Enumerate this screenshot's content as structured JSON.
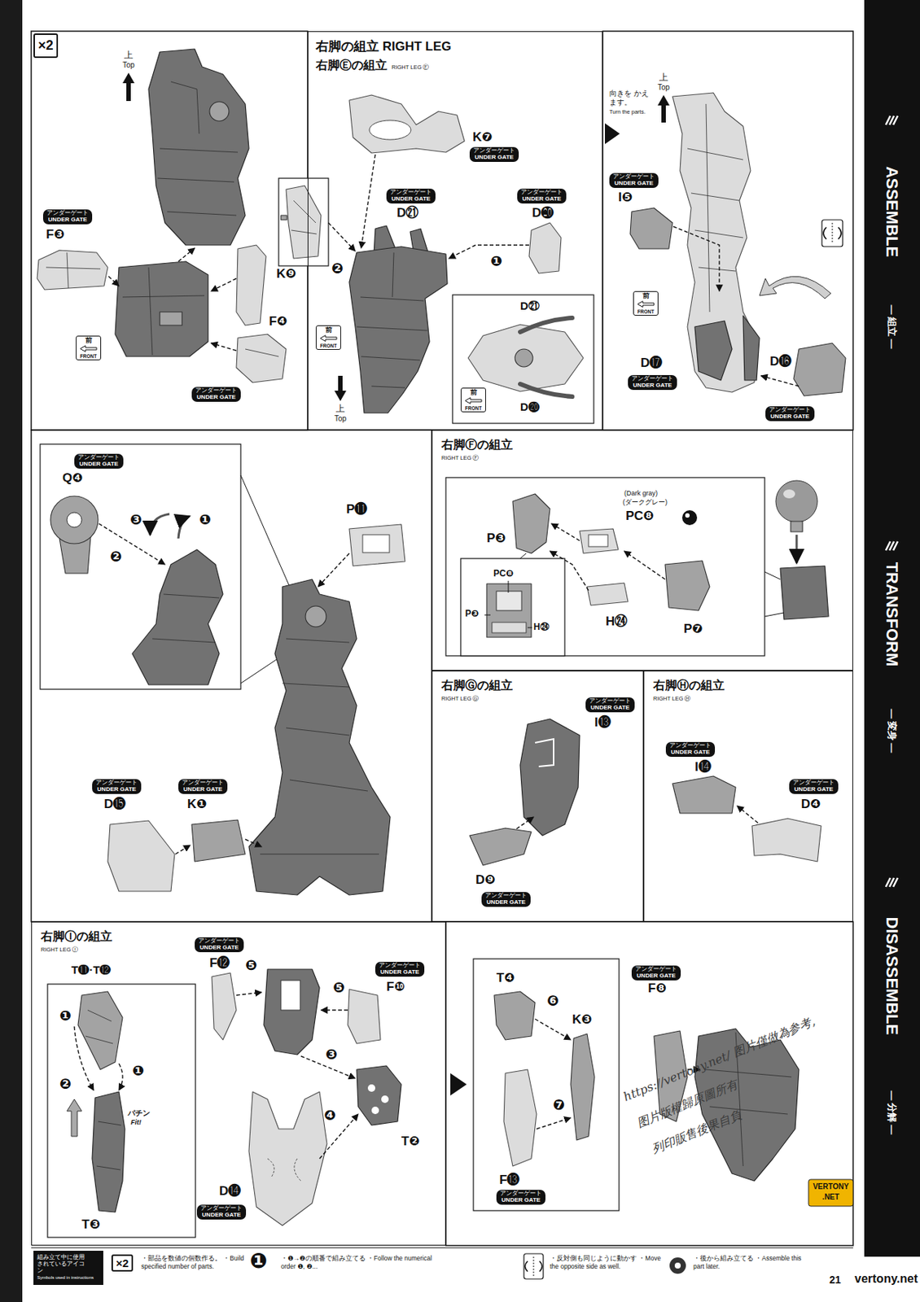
{
  "diagram": {
    "nodes": [
      {
        "text": [
          "×2"
        ]
      },
      {
        "text": [
          "右脚の組立 RIGHT LEG",
          "右脚Ⓔの組立",
          "RIGHT LEG Ⓔ"
        ]
      },
      {
        "text": [
          "右脚Ⓕの組立",
          "RIGHT LEG Ⓕ"
        ]
      },
      {
        "text": [
          "右脚Ⓖの組立",
          "RIGHT LEG Ⓖ"
        ]
      },
      {
        "text": [
          "右脚Ⓗの組立",
          "RIGHT LEG Ⓗ"
        ]
      },
      {
        "text": [
          "右脚Ⓘの組立",
          "RIGHT LEG Ⓘ"
        ]
      },
      {
        "text": [
          "組み立て中に使用 されているアイコン",
          "Symbols used in instructions"
        ]
      }
    ],
    "labels": [
      "上",
      "Top",
      "アンダーゲート",
      "UNDER GATE",
      "F❸",
      "K❾",
      "前",
      "FRONT",
      "アンダーゲート",
      "UNDER GATE",
      "F❹",
      "K❼",
      "アンダーゲート",
      "UNDER GATE",
      "アンダーゲート",
      "UNDER GATE",
      "D㉑",
      "アンダーゲート",
      "UNDER GATE",
      "D⓴",
      "❷",
      "❶",
      "前",
      "FRONT",
      "上",
      "Top",
      "D㉑",
      "D⓴",
      "前",
      "FRONT",
      "向きを かえます。",
      "Turn the parts.",
      "上",
      "Top",
      "アンダーゲート",
      "UNDER GATE",
      "I❺",
      "前",
      "FRONT",
      "D⓱",
      "アンダーゲート",
      "UNDER GATE",
      "D⓰",
      "アンダーゲート",
      "UNDER GATE",
      "アンダーゲート",
      "UNDER GATE",
      "Q❹",
      "❸",
      "❶",
      "❷",
      "P⓫",
      "アンダーゲート",
      "UNDER GATE",
      "D⓯",
      "アンダーゲート",
      "UNDER GATE",
      "K❶",
      "(Dark gray)",
      "(ダークグレー)",
      "PC❽",
      "P❸",
      "H㉔",
      "P❼",
      "PC❽",
      "P❸",
      "H㉔",
      "アンダーゲート",
      "UNDER GATE",
      "I⓭",
      "D❾",
      "アンダーゲート",
      "UNDER GATE",
      "アンダーゲート",
      "UNDER GATE",
      "I⓮",
      "アンダーゲート",
      "UNDER GATE",
      "D❹",
      "T⓫·T⓬",
      "❶",
      "❶",
      "❷",
      "パチン",
      "Fit!",
      "T❸",
      "アンダーゲート",
      "UNDER GATE",
      "F⓬",
      "❺",
      "❺",
      "アンダーゲート",
      "UNDER GATE",
      "F❿",
      "❸",
      "❹",
      "T❷",
      "D⓮",
      "アンダーゲート",
      "UNDER GATE",
      "T❹",
      "❻",
      "K❸",
      "❼",
      "F⓭",
      "アンダーゲート",
      "UNDER GATE",
      "アンダーゲート",
      "UNDER GATE",
      "F❽",
      "https://vertony.net/ 图片僅做為参考,",
      "图片版權歸原圖所有",
      "列印販售後果自負",
      "VERTONY",
      ".NET",
      "ASSEMBLE",
      "— 組立 —",
      "TRANSFORM",
      "— 変身 —",
      "DISASSEMBLE",
      "— 分解 —",
      "×2",
      "❶",
      "21",
      "vertony.net"
    ],
    "legend": [
      {
        "text": "・部品を数値の個数作る。 ・Build specified number of parts."
      },
      {
        "text": "・❶→❷の順番で組み立てる ・Follow the numerical order ❶, ❷..."
      },
      {
        "text": "・反対側も同じように動かす ・Move the opposite side as well."
      },
      {
        "text": "・後から組み立てる ・Assemble this part later."
      }
    ]
  }
}
